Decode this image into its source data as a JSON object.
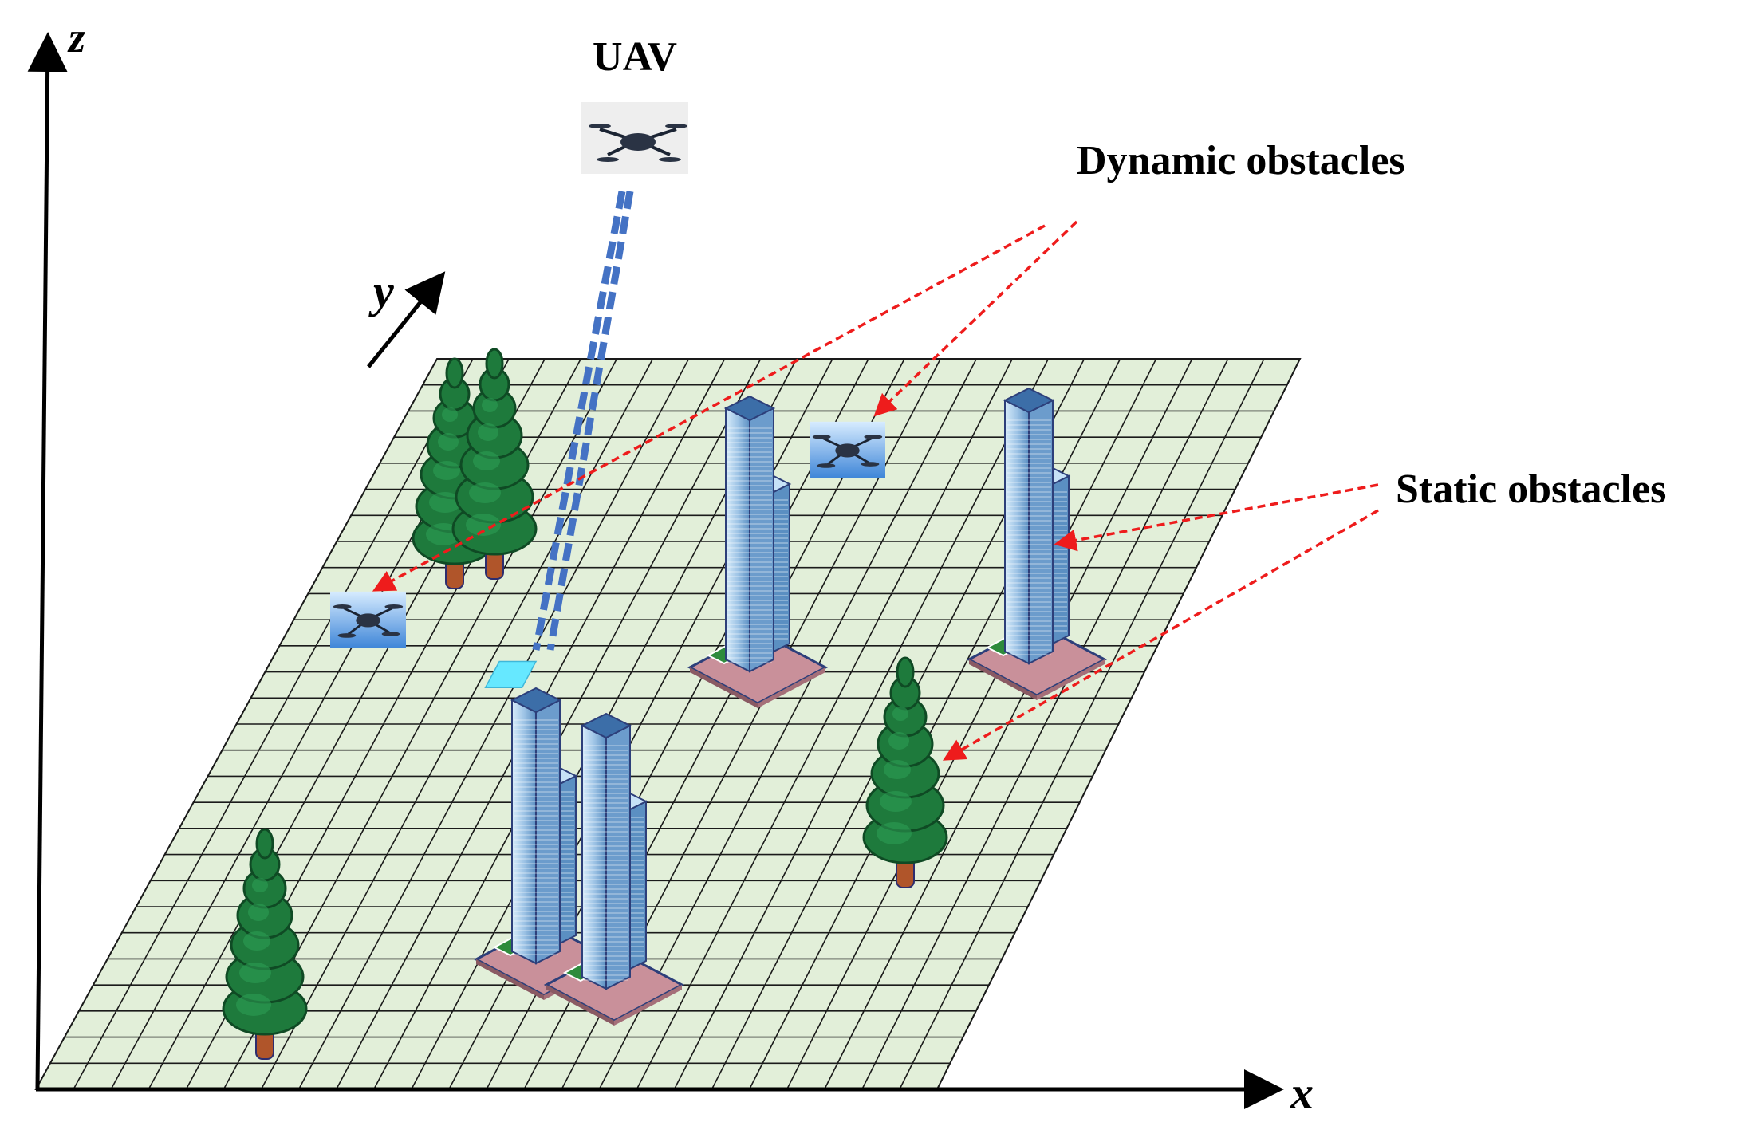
{
  "labels": {
    "uav": "UAV",
    "dynamic_obstacles": "Dynamic obstacles",
    "static_obstacles": "Static obstacles"
  },
  "axes": {
    "x": "x",
    "y": "y",
    "z": "z"
  },
  "colors": {
    "grid_fill": "#e2efd9",
    "grid_line": "#1a1a1a",
    "arrow_red": "#ee1c1c",
    "beam_blue": "#4472c4",
    "target_cell": "#66e8ff",
    "tree_green": "#1e7a3c",
    "trunk_brown": "#b0552a",
    "building_blue": "#9ec4e6",
    "base_pink": "#c9909a"
  },
  "icons": {
    "drone": "drone-icon",
    "tree": "pine-tree-icon",
    "building": "skyscraper-icon"
  }
}
